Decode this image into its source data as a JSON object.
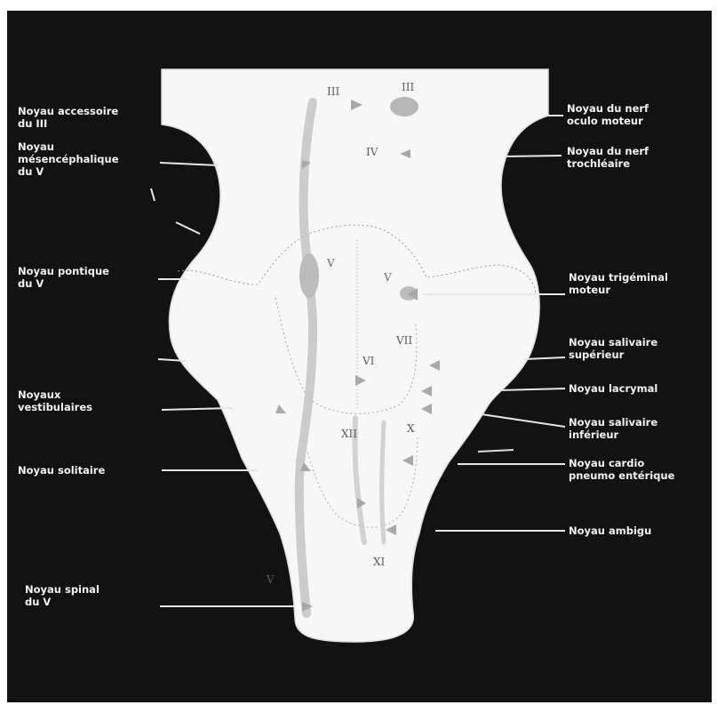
{
  "labels_left": {
    "accessoire": "Noyau accessoire\ndu III",
    "mesencephalique": "Noyau\nmésencéphalique\ndu V",
    "pontique": "Noyau pontique\ndu V",
    "vestibulaires": "Noyaux\nvestibulaires",
    "solitaire": "Noyau solitaire",
    "spinal": "Noyau spinal\ndu V"
  },
  "labels_right": {
    "oculomoteur": "Noyau du nerf\noculo moteur",
    "trochleaire": "Noyau du nerf\ntrochléaire",
    "trigeminal": "Noyau trigéminal\nmoteur",
    "salivaire_sup": "Noyau salivaire\nsupérieur",
    "lacrymal": "Noyau lacrymal",
    "salivaire_inf": "Noyau salivaire\ninférieur",
    "cardio": "Noyau cardio\npneumo entérique",
    "ambigu": "Noyau ambigu"
  },
  "roman_numerals": {
    "iii_left": "III",
    "iii_right": "III",
    "iv": "IV",
    "v_left": "V",
    "v_right": "V",
    "vii": "VII",
    "vi": "VI",
    "xii": "XII",
    "x": "X",
    "xi": "XI",
    "v_spinal": "V"
  },
  "colors": {
    "background": "#121212",
    "brainstem": "#f7f7f7",
    "nucleus": "#b9b9b9",
    "leader_line": "#e6e6e6"
  }
}
